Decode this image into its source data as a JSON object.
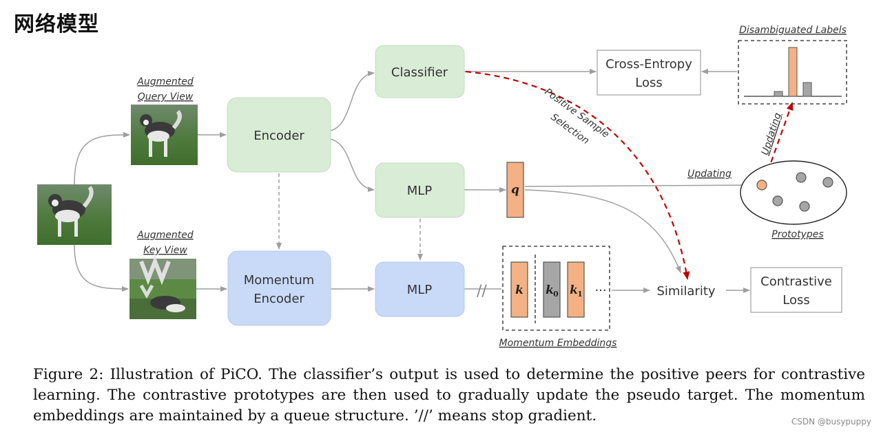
{
  "heading": "网络模型",
  "labels": {
    "query_view_1": "Augmented",
    "query_view_2": "Query View",
    "key_view_1": "Augmented",
    "key_view_2": "Key View",
    "disambiguated": "Disambiguated Labels",
    "prototypes": "Prototypes",
    "momentum_embeddings": "Momentum Embeddings",
    "updating_h": "Updating",
    "updating_v": "Updating",
    "positive_1": "Positive Sample",
    "positive_2": "Selection"
  },
  "nodes": {
    "classifier": "Classifier",
    "encoder": "Encoder",
    "mlp_top": "MLP",
    "mlp_bottom": "MLP",
    "momentum_1": "Momentum",
    "momentum_2": "Encoder",
    "ce_1": "Cross-Entropy",
    "ce_2": "Loss",
    "similarity": "Similarity",
    "cl_1": "Contrastive",
    "cl_2": "Loss"
  },
  "vectors": {
    "q": "q",
    "k": "k",
    "k0": "k",
    "k0_sub": "0",
    "k1": "k",
    "k1_sub": "1",
    "ellipsis": "···",
    "stop_grad": "//"
  },
  "colors": {
    "green": "#d9ecd6",
    "blue": "#c9daf8",
    "orange": "#f4b183",
    "gray": "#a6a6a6",
    "red_arrow": "#c00000"
  },
  "caption": "Figure 2: Illustration of PiCO. The classifier’s output is used to determine the positive peers for contrastive learning. The contrastive prototypes are then used to gradually update the pseudo target. The momentum embeddings are maintained by a queue structure. ’//’ means stop gradient.",
  "watermark": "CSDN @busypuppy"
}
